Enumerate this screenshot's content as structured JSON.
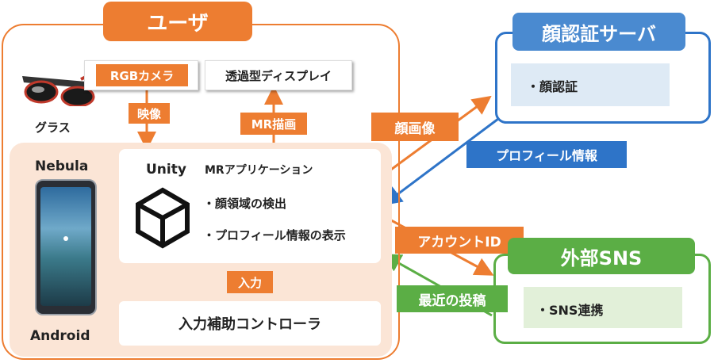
{
  "user": {
    "title": "ユーザ"
  },
  "glasses": {
    "camera": "RGBカメラ",
    "label": "グラス"
  },
  "display": "透過型ディスプレイ",
  "flows": {
    "image": "映像",
    "mr_render": "MR描画",
    "input": "入力",
    "face_image": "顔画像",
    "profile_info": "プロフィール情報",
    "account_id": "アカウントID",
    "recent_posts": "最近の投稿"
  },
  "device": {
    "top_label": "Nebula",
    "bottom_label": "Android"
  },
  "app": {
    "engine": "Unity",
    "name": "MRアプリケーション",
    "features": [
      "・顔領域の検出",
      "・プロフィール情報の表示"
    ]
  },
  "controller": "入力補助コントローラ",
  "face_server": {
    "title": "顔認証サーバ",
    "item": "・顔認証",
    "color": "#4A8AD0"
  },
  "sns": {
    "title": "外部SNS",
    "item": "・SNS連携",
    "color": "#5BAE45"
  }
}
